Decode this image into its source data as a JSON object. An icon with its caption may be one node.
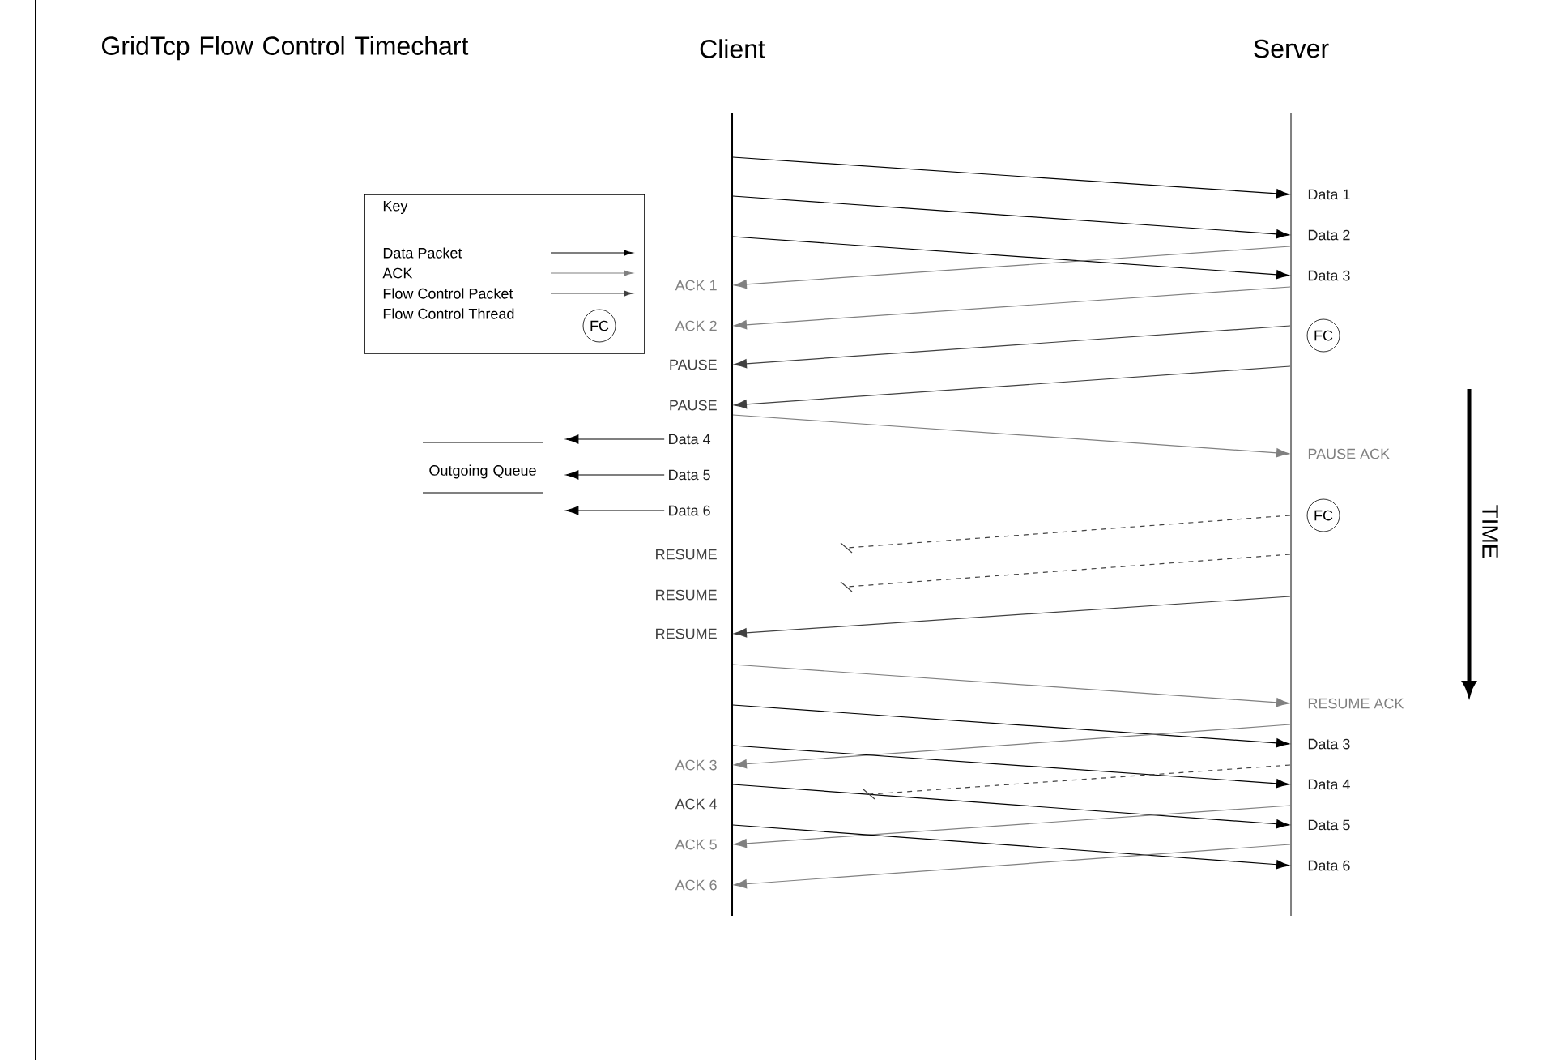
{
  "diagram": {
    "title": "GridTcp Flow Control Timechart",
    "nodes": [
      {
        "text": [
          "Data 1"
        ]
      },
      {
        "text": [
          "Data 2"
        ]
      },
      {
        "text": [
          "Data 3"
        ]
      },
      {
        "text": [
          "ACK 1"
        ]
      },
      {
        "text": [
          "ACK 2"
        ]
      },
      {
        "text": [
          "FC"
        ]
      },
      {
        "text": [
          "PAUSE"
        ]
      },
      {
        "text": [
          "PAUSE"
        ]
      },
      {
        "text": [
          "PAUSE ACK"
        ]
      },
      {
        "text": [
          "Data 4"
        ]
      },
      {
        "text": [
          "Outgoing Queue"
        ]
      },
      {
        "text": [
          "Data 5"
        ]
      },
      {
        "text": [
          "Data 6"
        ]
      },
      {
        "text": [
          "FC"
        ]
      },
      {
        "text": [
          "RESUME"
        ]
      },
      {
        "text": [
          "RESUME ACK"
        ]
      },
      {
        "text": [
          "Data 3"
        ]
      },
      {
        "text": [
          "ACK 3"
        ]
      },
      {
        "text": [
          "Data 4"
        ]
      },
      {
        "text": [
          "Data 5"
        ]
      },
      {
        "text": [
          "ACK 5"
        ]
      },
      {
        "text": [
          "Data 6"
        ]
      },
      {
        "text": [
          "ACK 6"
        ]
      },
      {
        "text": [],
        "shape": "line"
      },
      {
        "text": [],
        "shape": "line"
      }
    ],
    "edges": [
      {
        "from": 23,
        "to": 0,
        "arrow": "to"
      },
      {
        "from": 23,
        "to": 1,
        "arrow": "to"
      },
      {
        "from": 23,
        "to": 2,
        "arrow": "to"
      },
      {
        "from": 24,
        "to": 3,
        "arrow": "to",
        "color": "#808080"
      },
      {
        "from": 24,
        "to": 4,
        "arrow": "to",
        "color": "#808080"
      },
      {
        "from": 24,
        "to": 6,
        "arrow": "to",
        "color": "#404040"
      },
      {
        "from": 24,
        "to": 7,
        "arrow": "to",
        "color": "#404040"
      },
      {
        "from": 23,
        "to": 8,
        "arrow": "to",
        "color": "#808080"
      },
      {
        "from": 9,
        "to": 10,
        "arrow": "to"
      },
      {
        "from": 11,
        "to": 10,
        "arrow": "to"
      },
      {
        "from": 12,
        "to": 10,
        "arrow": "to"
      },
      {
        "from": 24,
        "to": 14,
        "arrow": "to",
        "color": "#404040"
      },
      {
        "from": 23,
        "to": 15,
        "arrow": "to",
        "color": "#808080"
      },
      {
        "from": 23,
        "to": 16,
        "arrow": "to"
      },
      {
        "from": 24,
        "to": 17,
        "arrow": "to",
        "color": "#808080"
      },
      {
        "from": 23,
        "to": 18,
        "arrow": "to"
      },
      {
        "from": 23,
        "to": 19,
        "arrow": "to"
      },
      {
        "from": 24,
        "to": 20,
        "arrow": "to",
        "color": "#808080"
      },
      {
        "from": 23,
        "to": 21,
        "arrow": "to"
      },
      {
        "from": 24,
        "to": 22,
        "arrow": "to",
        "color": "#808080"
      },
      {
        "from": 24,
        "to": null,
        "arrow": "none",
        "style": "dashed",
        "color": "#404040"
      },
      {
        "from": 24,
        "to": null,
        "arrow": "none",
        "style": "dashed",
        "color": "#404040"
      },
      {
        "from": 24,
        "to": null,
        "arrow": "none",
        "style": "dashed",
        "color": "#404040"
      }
    ],
    "labels": [
      "Client",
      "Server",
      "Key",
      "FC",
      "RESUME",
      "RESUME",
      "TIME",
      "ACK 4"
    ],
    "legend": [
      {
        "text": "Data Packet"
      },
      {
        "text": "ACK"
      },
      {
        "text": "Flow Control Packet"
      },
      {
        "text": "Flow Control Thread"
      }
    ]
  }
}
